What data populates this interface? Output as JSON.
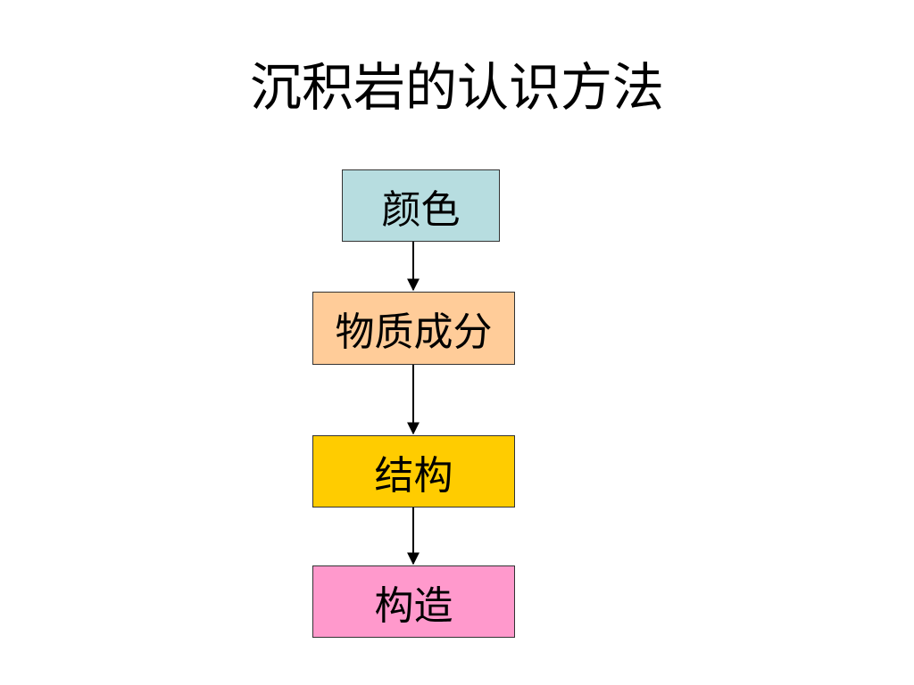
{
  "title": "沉积岩的认识方法",
  "flow": {
    "steps": [
      {
        "label": "颜色",
        "color": "#b7dde0"
      },
      {
        "label": "物质成分",
        "color": "#ffcc99"
      },
      {
        "label": "结构",
        "color": "#ffcc00"
      },
      {
        "label": "构造",
        "color": "#ff99cc"
      }
    ]
  }
}
